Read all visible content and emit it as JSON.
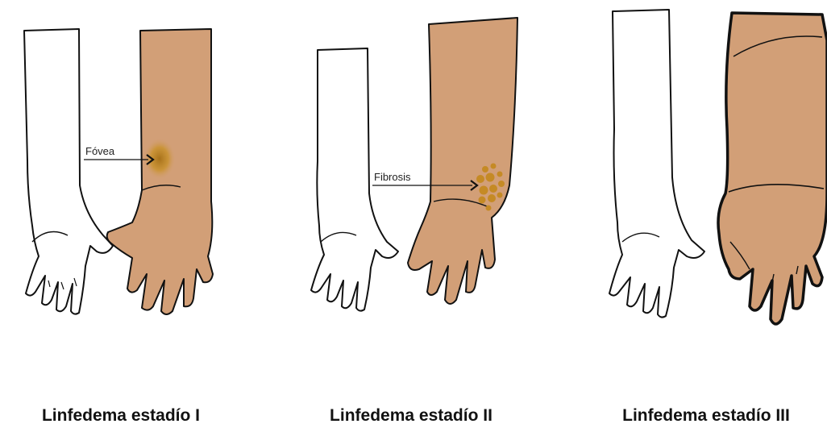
{
  "colors": {
    "skin": "#d29f77",
    "outline": "#111111",
    "normal_arm": "#ffffff",
    "fovea_center": "#b07a1a",
    "fibrosis_dots": "#c58a25"
  },
  "panels": [
    {
      "caption": "Linfedema estadío I",
      "callout": "Fóvea"
    },
    {
      "caption": "Linfedema estadío II",
      "callout": "Fibrosis"
    },
    {
      "caption": "Linfedema estadío III"
    }
  ]
}
